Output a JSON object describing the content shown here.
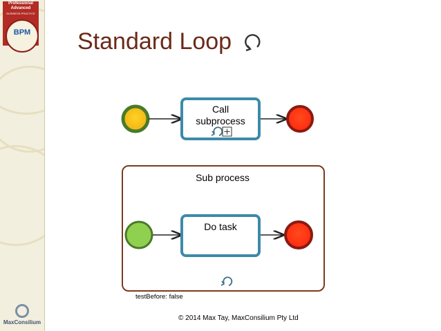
{
  "slide": {
    "title": "Standard Loop",
    "footer": "© 2014  Max Tay, MaxConsilium  Pty Ltd",
    "test_before": "testBefore: false"
  },
  "sidebar": {
    "badge_lines": [
      "Professional",
      "Advanced"
    ],
    "badge_subtext": "BUSINESS PRACTICE",
    "seal_text": "BPM",
    "logo_text": "MaxConsilium"
  },
  "diagram": {
    "call_activity": {
      "label_line1": "Call",
      "label_line2": "subprocess",
      "marker": "+"
    },
    "subprocess": {
      "label": "Sub process"
    },
    "task": {
      "label": "Do task"
    },
    "icons": [
      "loop-icon",
      "collapsed-subprocess-plus-icon",
      "start-event-icon",
      "end-event-icon"
    ]
  },
  "colors": {
    "title": "#6a2a19",
    "task_border": "#3d8aa8",
    "subprocess_border": "#7a3b1f",
    "start_fill": "#8fd14f",
    "start_fill_top": "#f2c01e",
    "end_fill": "#ff3a1a",
    "end_border": "#8a1a12",
    "start_border": "#4a7a2a"
  }
}
